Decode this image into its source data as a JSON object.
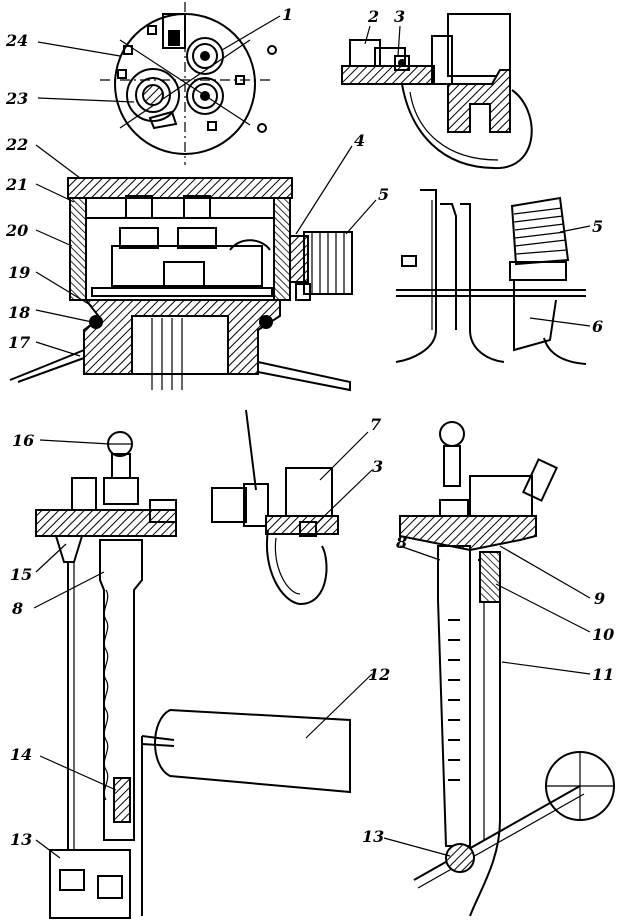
{
  "callouts": [
    {
      "id": "c1",
      "text": "1"
    },
    {
      "id": "c2",
      "text": "2"
    },
    {
      "id": "c3a",
      "text": "3"
    },
    {
      "id": "c4",
      "text": "4"
    },
    {
      "id": "c5a",
      "text": "5"
    },
    {
      "id": "c5b",
      "text": "5"
    },
    {
      "id": "c6",
      "text": "6"
    },
    {
      "id": "c7",
      "text": "7"
    },
    {
      "id": "c3b",
      "text": "3"
    },
    {
      "id": "c8a",
      "text": "8"
    },
    {
      "id": "c8b",
      "text": "8"
    },
    {
      "id": "c9",
      "text": "9"
    },
    {
      "id": "c10",
      "text": "10"
    },
    {
      "id": "c11",
      "text": "11"
    },
    {
      "id": "c12",
      "text": "12"
    },
    {
      "id": "c13a",
      "text": "13"
    },
    {
      "id": "c13b",
      "text": "13"
    },
    {
      "id": "c14",
      "text": "14"
    },
    {
      "id": "c15",
      "text": "15"
    },
    {
      "id": "c16",
      "text": "16"
    },
    {
      "id": "c17",
      "text": "17"
    },
    {
      "id": "c18",
      "text": "18"
    },
    {
      "id": "c19",
      "text": "19"
    },
    {
      "id": "c20",
      "text": "20"
    },
    {
      "id": "c21",
      "text": "21"
    },
    {
      "id": "c22",
      "text": "22"
    },
    {
      "id": "c23",
      "text": "23"
    },
    {
      "id": "c24",
      "text": "24"
    }
  ]
}
